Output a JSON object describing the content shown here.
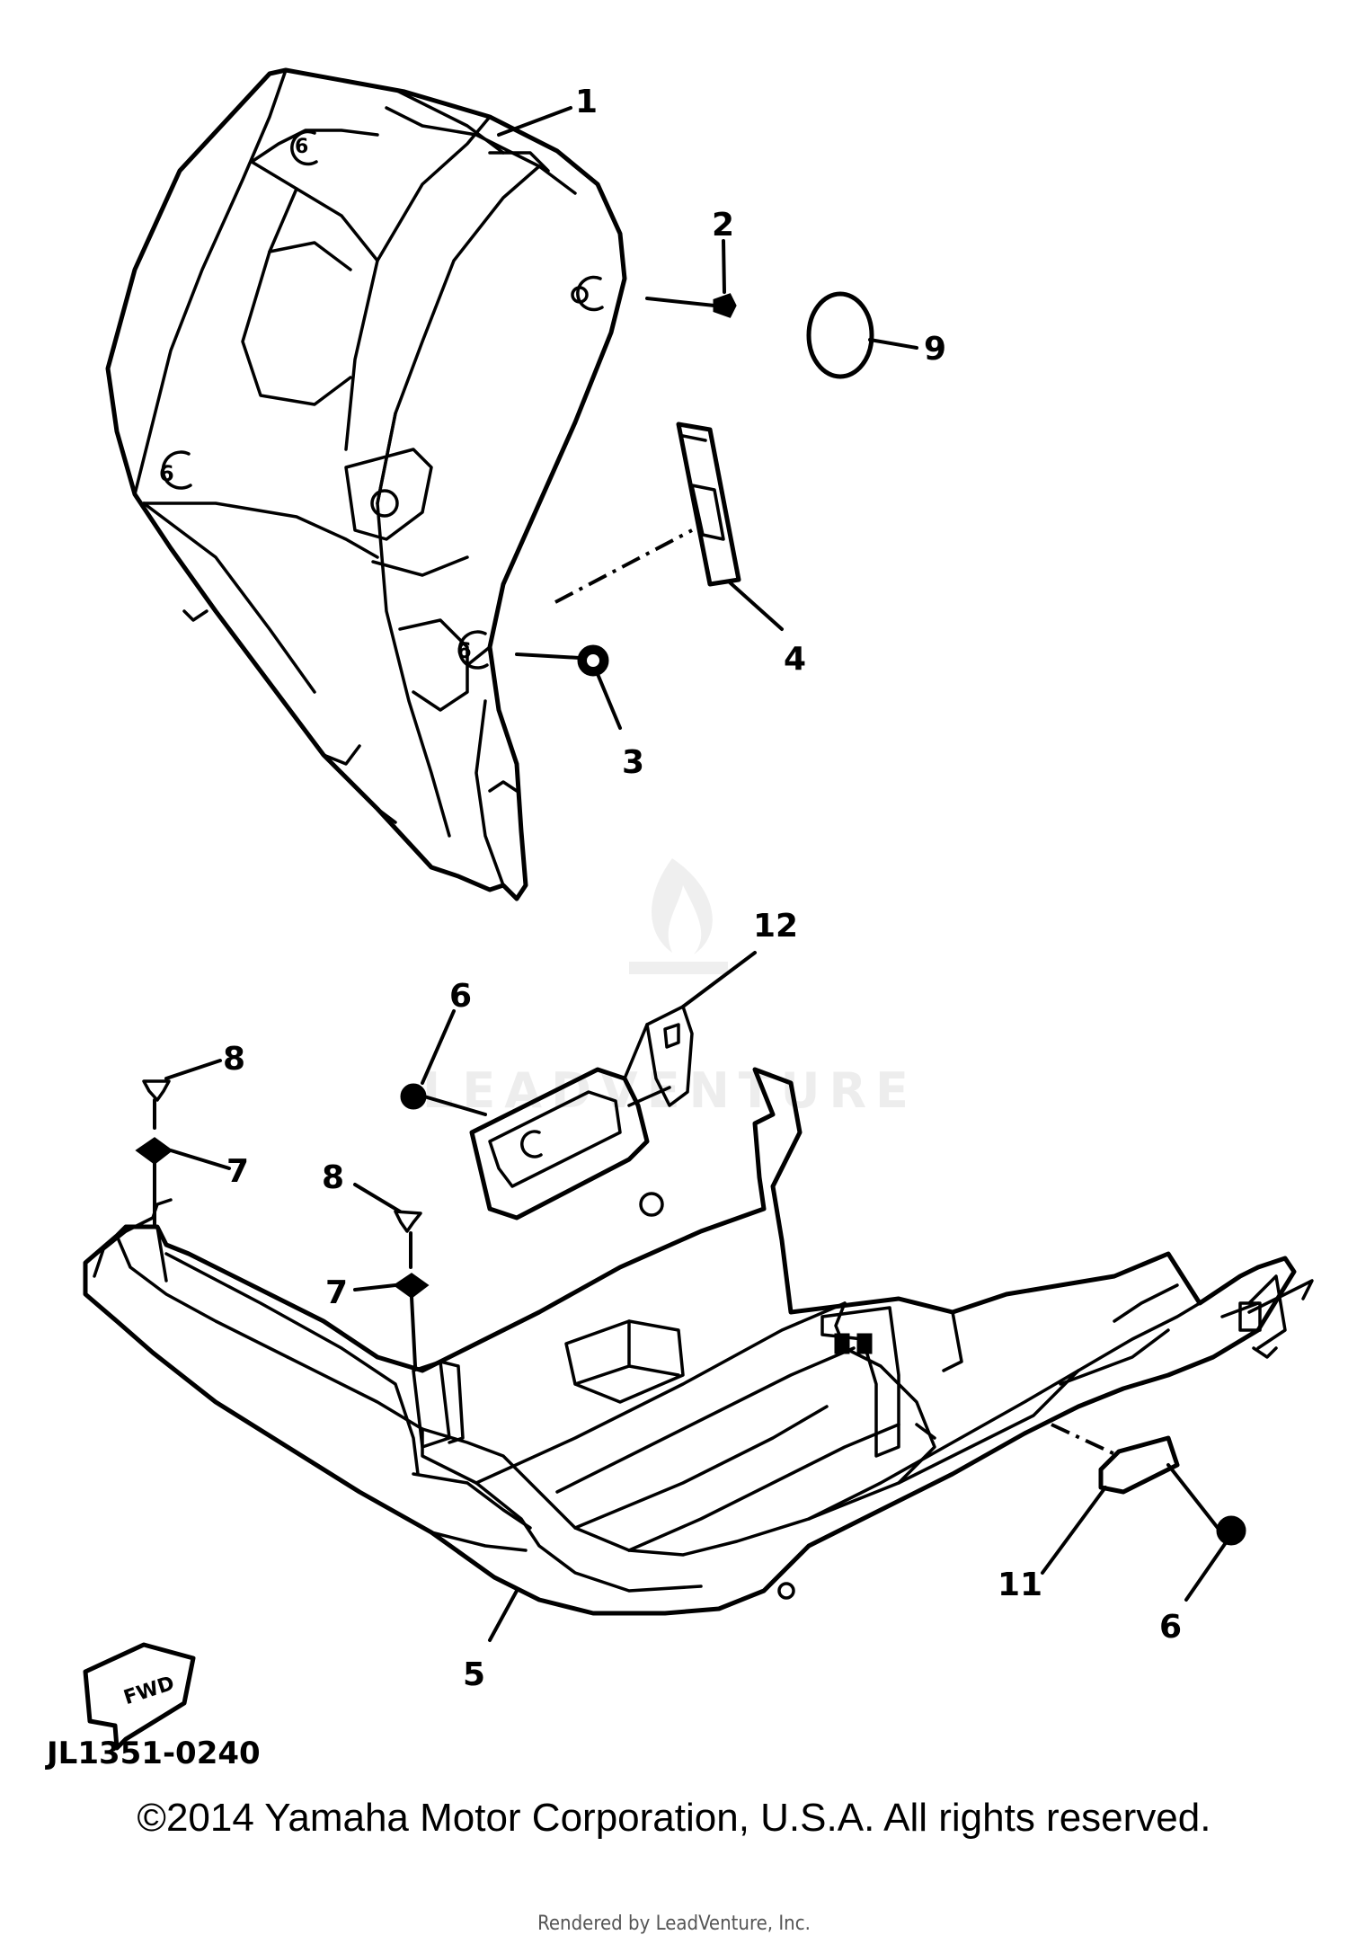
{
  "diagram": {
    "callouts": {
      "c1": "1",
      "c2": "2",
      "c3": "3",
      "c4": "4",
      "c5": "5",
      "c6a": "6",
      "c6b": "6",
      "c7a": "7",
      "c7b": "7",
      "c8a": "8",
      "c8b": "8",
      "c9": "9",
      "c11": "11",
      "c12": "12"
    },
    "fwd_label": "FWD",
    "drawing_code": "JL1351-0240"
  },
  "watermark": {
    "text": "LEADVENTURE"
  },
  "footer": {
    "copyright": "©2014 Yamaha Motor Corporation, U.S.A. All rights reserved.",
    "rendered_by": "Rendered by LeadVenture, Inc."
  }
}
